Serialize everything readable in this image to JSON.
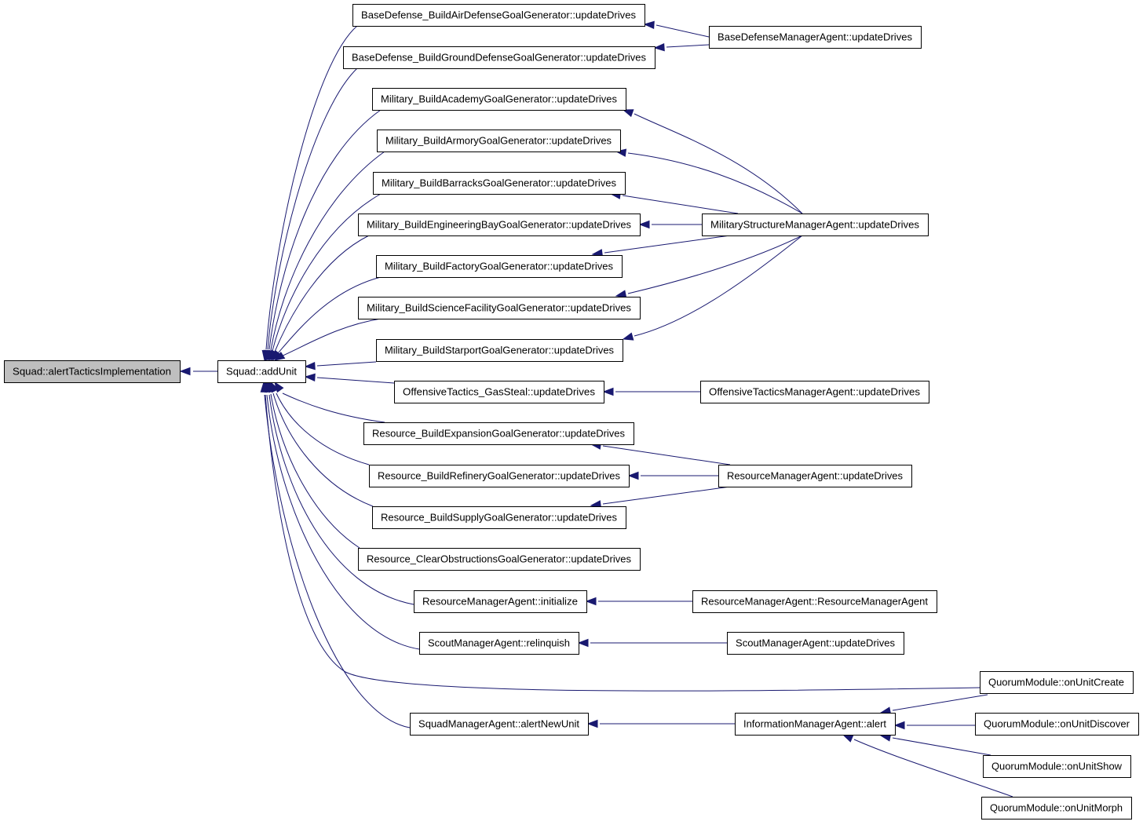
{
  "colors": {
    "edge": "#191970",
    "root_fill": "#bfbfbf",
    "node_fill": "#ffffff",
    "border": "#000000"
  },
  "nodes": {
    "root": "Squad::alertTacticsImplementation",
    "addUnit": "Squad::addUnit",
    "bdAir": "BaseDefense_BuildAirDefenseGoalGenerator::updateDrives",
    "bdGround": "BaseDefense_BuildGroundDefenseGoalGenerator::updateDrives",
    "mAcademy": "Military_BuildAcademyGoalGenerator::updateDrives",
    "mArmory": "Military_BuildArmoryGoalGenerator::updateDrives",
    "mBarracks": "Military_BuildBarracksGoalGenerator::updateDrives",
    "mEngBay": "Military_BuildEngineeringBayGoalGenerator::updateDrives",
    "mFactory": "Military_BuildFactoryGoalGenerator::updateDrives",
    "mSci": "Military_BuildScienceFacilityGoalGenerator::updateDrives",
    "mStarport": "Military_BuildStarportGoalGenerator::updateDrives",
    "offGas": "OffensiveTactics_GasSteal::updateDrives",
    "rExp": "Resource_BuildExpansionGoalGenerator::updateDrives",
    "rRef": "Resource_BuildRefineryGoalGenerator::updateDrives",
    "rSupply": "Resource_BuildSupplyGoalGenerator::updateDrives",
    "rClear": "Resource_ClearObstructionsGoalGenerator::updateDrives",
    "rmaInit": "ResourceManagerAgent::initialize",
    "smaRel": "ScoutManagerAgent::relinquish",
    "sqmaAlert": "SquadManagerAgent::alertNewUnit",
    "bdma": "BaseDefenseManagerAgent::updateDrives",
    "msma": "MilitaryStructureManagerAgent::updateDrives",
    "otma": "OffensiveTacticsManagerAgent::updateDrives",
    "rma": "ResourceManagerAgent::updateDrives",
    "rmaCtor": "ResourceManagerAgent::ResourceManagerAgent",
    "smaUpd": "ScoutManagerAgent::updateDrives",
    "qmCreate": "QuorumModule::onUnitCreate",
    "imaAlert": "InformationManagerAgent::alert",
    "qmDiscover": "QuorumModule::onUnitDiscover",
    "qmShow": "QuorumModule::onUnitShow",
    "qmMorph": "QuorumModule::onUnitMorph"
  }
}
